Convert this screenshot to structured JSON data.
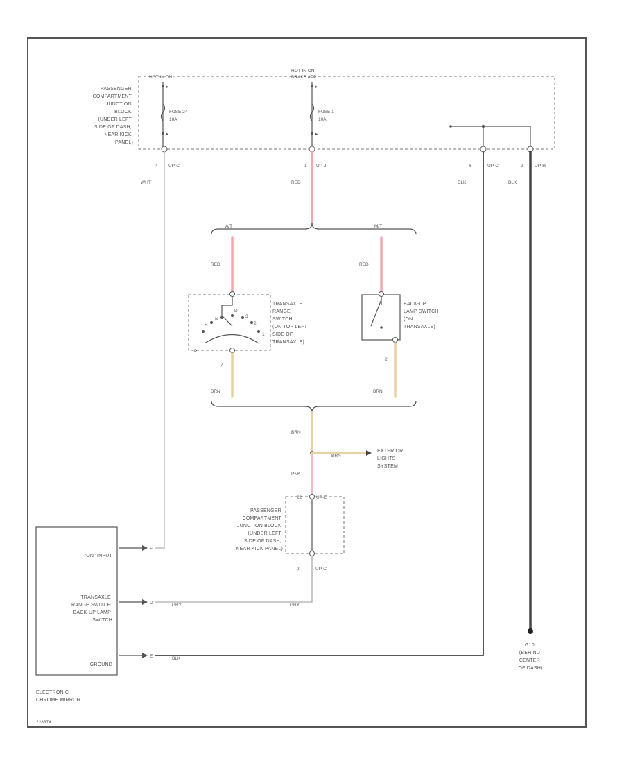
{
  "colors": {
    "red_wire": "#f4a7ae",
    "brn_wire": "#e8d3a0",
    "pnk_wire": "#f5b8c2",
    "blk_wire": "#444444",
    "wht_wire": "#cfcfcf",
    "outline": "#555555"
  },
  "junction_block_top": {
    "hot_left": "HOT IN ON",
    "hot_center_1": "HOT IN ON",
    "hot_center_2": "BRAKE APP",
    "label_lines": [
      "PASSENGER",
      "COMPARTMENT",
      "JUNCTION",
      "BLOCK",
      "(UNDER LEFT",
      "SIDE OF DASH,",
      "NEAR KICK",
      "PANEL)"
    ],
    "fuse_left_name": "FUSE 24",
    "fuse_left_amp": "10A",
    "fuse_center_name": "FUSE 1",
    "fuse_center_amp": "10A"
  },
  "top_pins": {
    "p1_num": "4",
    "p1_conn": "UP-C",
    "p1_wire": "WHT",
    "p2_num": "1",
    "p2_conn": "UP-J",
    "p2_wire": "RED",
    "p3_num": "6",
    "p3_conn": "UP-C",
    "p3_wire": "BLK",
    "p4_num": "2",
    "p4_conn": "UP-H",
    "p4_wire": "BLK"
  },
  "branch_top": {
    "left": "A/T",
    "right": "M/T"
  },
  "transaxle_switch": {
    "wire_in": "RED",
    "label_lines": [
      "TRANSAXLE",
      "RANGE",
      "SWITCH",
      "(ON TOP LEFT",
      "SIDE OF",
      "TRANSAXLE)"
    ],
    "pin_out": "7",
    "wire_out": "BRN",
    "pos_p": "P",
    "pos_r": "R",
    "pos_n": "N",
    "pos_d": "D",
    "pos_3": "3",
    "pos_2": "2",
    "pos_1": "1"
  },
  "backup_switch": {
    "wire_in": "RED",
    "label_lines": [
      "BACK-UP",
      "LAMP SWITCH",
      "(ON",
      "TRANSAXLE)"
    ],
    "pin_out": "2",
    "wire_out": "BRN"
  },
  "merge": {
    "wire_down": "BRN",
    "splice_wire": "BRN",
    "ext_lines": [
      "EXTERIOR",
      "LIGHTS",
      "SYSTEM"
    ],
    "wire_pnk": "PNK"
  },
  "junction_block_lower": {
    "pin_top": "22",
    "conn_top": "UP-E",
    "label_lines": [
      "PASSENGER",
      "COMPARTMENT",
      "JUNCTION BLOCK",
      "(UNDER LEFT",
      "SIDE OF DASH,",
      "NEAR KICK PANEL)"
    ],
    "pin_bottom": "2",
    "conn_bottom": "UP-C"
  },
  "mirror": {
    "on_input": "\"ON\" INPUT",
    "switch_lines": [
      "TRANSAXLE",
      "RANGE SWITCH",
      "BACK-UP LAMP",
      "SWITCH"
    ],
    "ground": "GROUND",
    "title_lines": [
      "ELECTRONIC",
      "CHROME MIRROR"
    ],
    "conn_a": "F",
    "conn_b": "D",
    "conn_c": "E",
    "wire_gry_1": "GRY",
    "wire_gry_2": "GRY",
    "wire_blk": "BLK"
  },
  "ground": {
    "label_lines": [
      "G10",
      "(BEHIND",
      "CENTER",
      "OF DASH)"
    ]
  },
  "footer": {
    "code": "228874"
  }
}
